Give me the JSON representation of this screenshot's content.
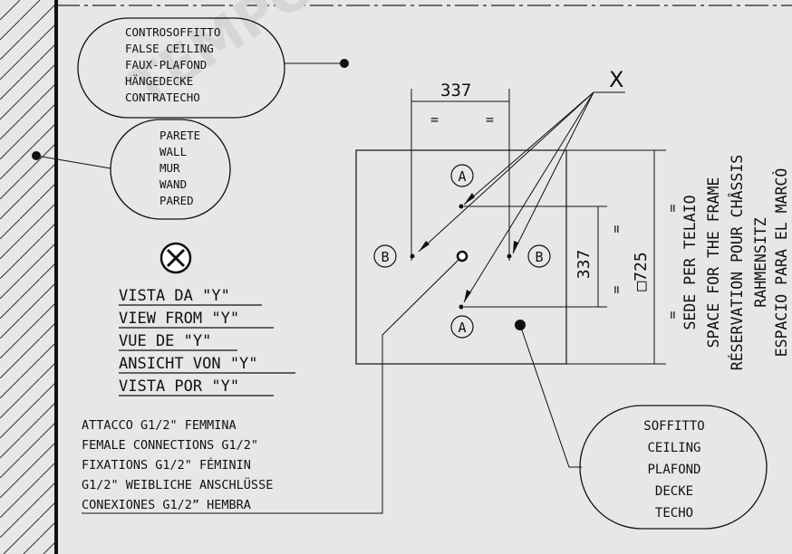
{
  "ceiling_label": {
    "lines": [
      "CONTROSOFFITTO",
      "FALSE CEILING",
      "FAUX-PLAFOND",
      "HÄNGEDECKE",
      "CONTRATECHO"
    ]
  },
  "wall_label": {
    "lines": [
      "PARETE",
      "WALL",
      "MUR",
      "WAND",
      "PARED"
    ]
  },
  "view_marker": {
    "symbol": "⊗"
  },
  "view_from": {
    "lines": [
      "VISTA DA \"Y\"",
      "VIEW FROM \"Y\"",
      "VUE DE \"Y\"",
      "ANSICHT VON \"Y\"",
      "VISTA POR \"Y\""
    ]
  },
  "connection_note": {
    "lines": [
      "ATTACCO G1/2\" FEMMINA",
      "FEMALE CONNECTIONS G1/2\"",
      "FIXATIONS G1/2\" FÉMININ",
      "G1/2\" WEIBLICHE ANSCHLÜSSE",
      "CONEXIONES G1/2” HEMBRA"
    ]
  },
  "soffit_label": {
    "lines": [
      "SOFFITTO",
      "CEILING",
      "PLAFOND",
      "DECKE",
      "TECHO"
    ]
  },
  "x_label": "X",
  "dim_horizontal": {
    "value": "337",
    "eq_left": "=",
    "eq_right": "="
  },
  "dim_vertical_inner": {
    "value": "337",
    "eq_top": "=",
    "eq_bottom": "="
  },
  "dim_vertical_outer": {
    "value": "□725"
  },
  "frame_label": {
    "eq_top": "=",
    "eq_bottom": "=",
    "lines": [
      "SEDE PER TELAIO",
      "SPACE FOR THE FRAME",
      "RÉSERVATION POUR CHÂSSIS",
      "RAHMENSITZ",
      "ESPACIO PARA EL MARCÒ"
    ]
  },
  "points": {
    "a_top": "A",
    "a_bottom": "A",
    "b_left": "B",
    "b_right": "B"
  },
  "watermark": "TEMPORARY"
}
